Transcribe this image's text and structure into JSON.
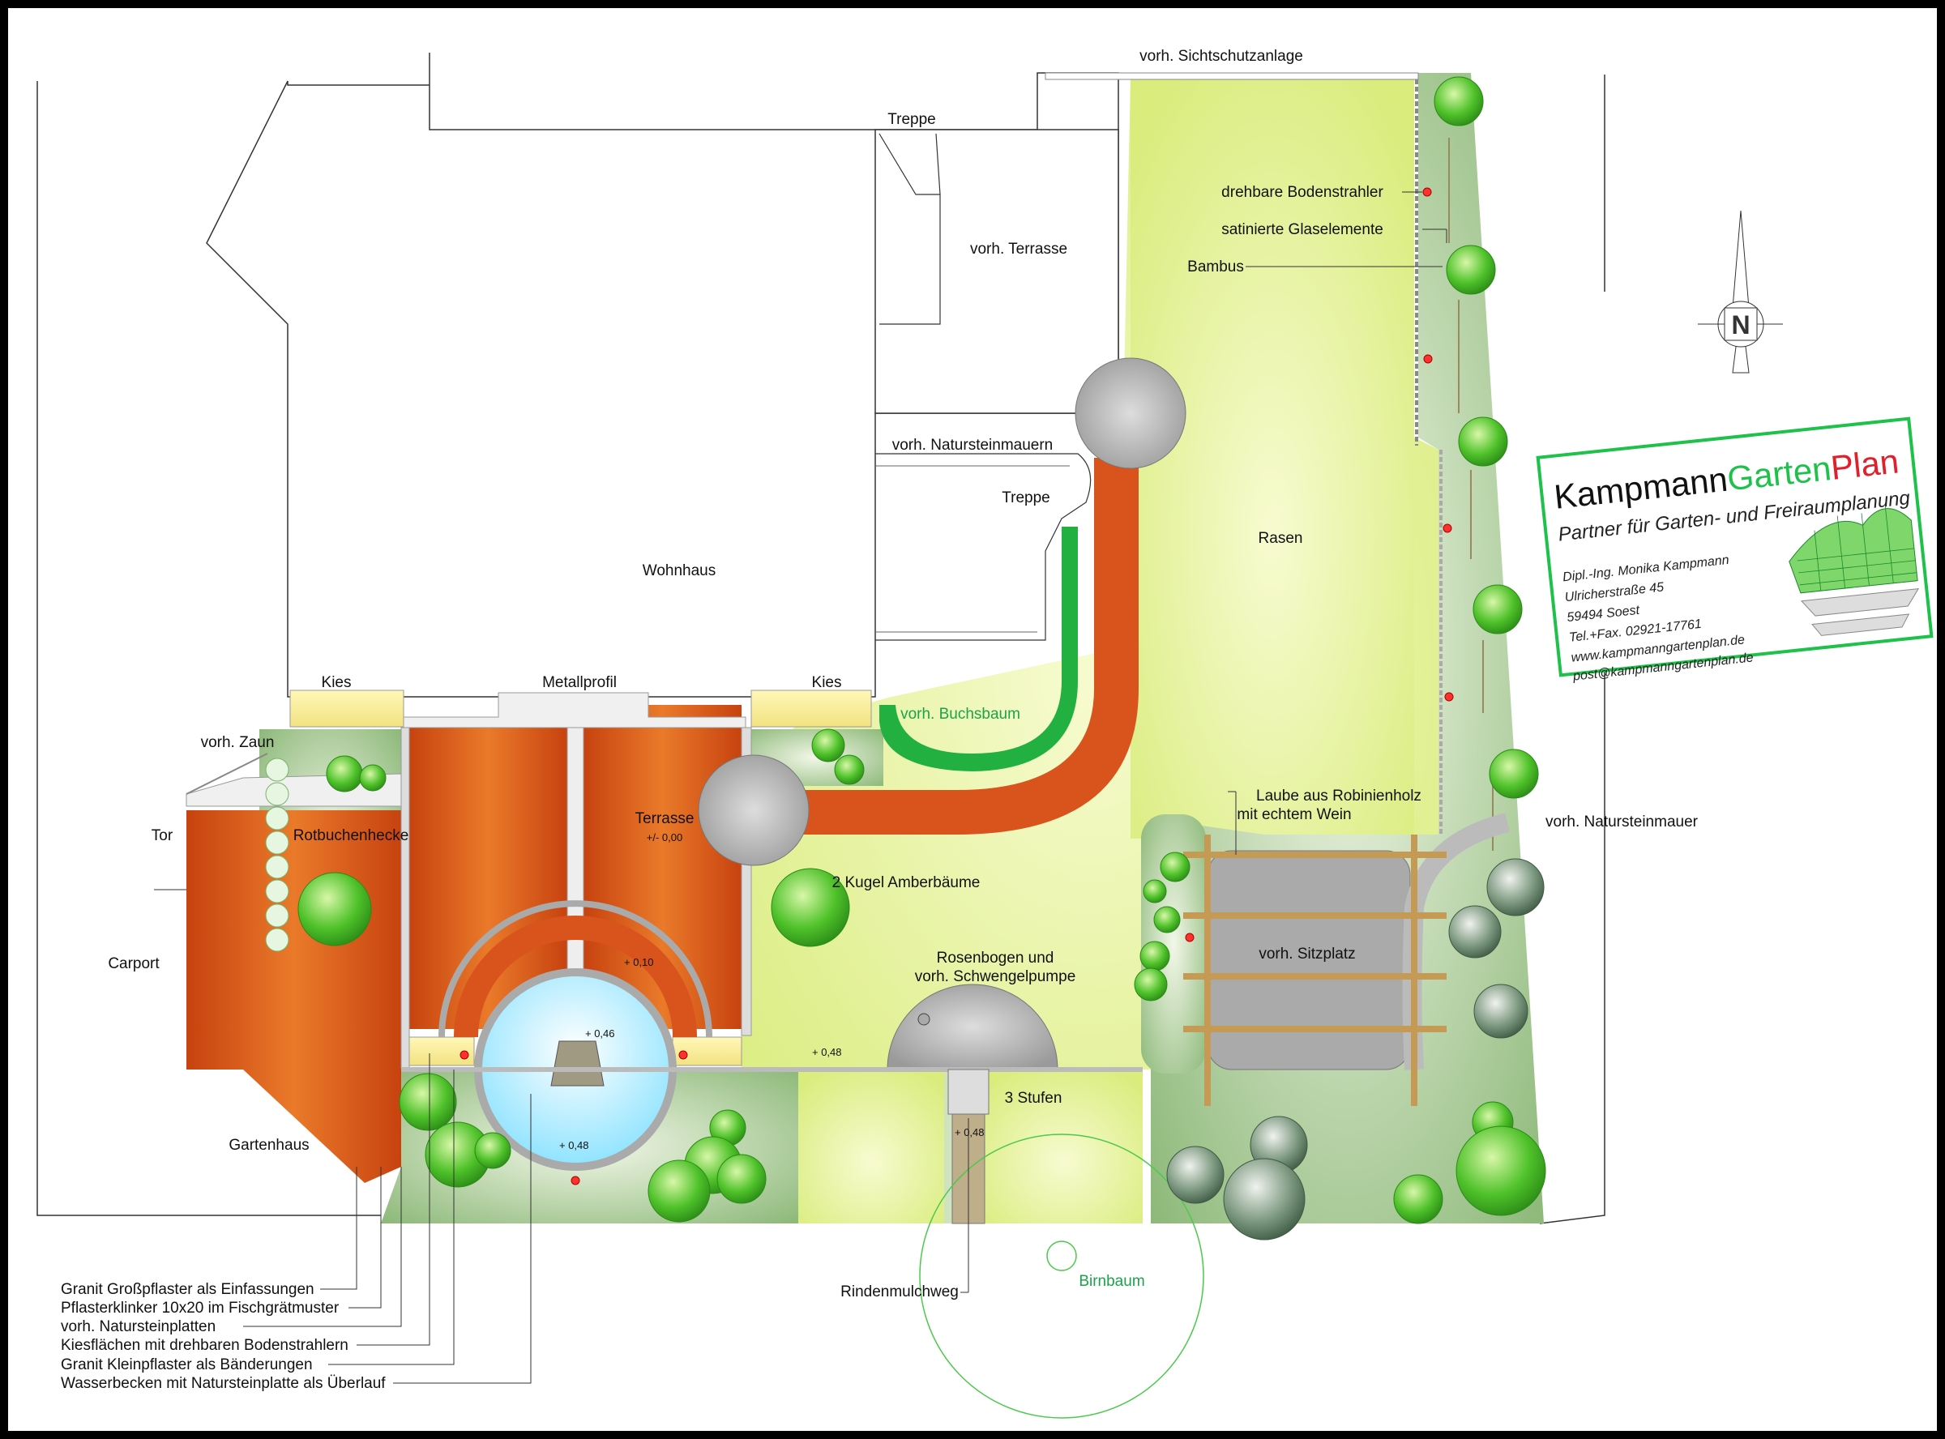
{
  "labels": {
    "sichtschutz": "vorh. Sichtschutzanlage",
    "treppe_top": "Treppe",
    "terrasse_vorh": "vorh. Terrasse",
    "natursteinmauern": "vorh. Natursteinmauern",
    "treppe_mid": "Treppe",
    "wohnhaus": "Wohnhaus",
    "kies_left": "Kies",
    "metallprofil": "Metallprofil",
    "kies_right": "Kies",
    "buchsbaum": "vorh. Buchsbaum",
    "zaun": "vorh. Zaun",
    "tor": "Tor",
    "rotbuchenhecke": "Rotbuchenhecke",
    "terrasse": "Terrasse",
    "terrasse_level": "+/- 0,00",
    "carport": "Carport",
    "amberbaeume": "2 Kugel Amberbäume",
    "rosenbogen_1": "Rosenbogen und",
    "rosenbogen_2": "vorh. Schwengelpumpe",
    "level_010": "+ 0,10",
    "level_046": "+ 0,46",
    "level_048_a": "+ 0,48",
    "level_048_b": "+ 0,48",
    "level_048_c": "+ 0,48",
    "stufen": "3 Stufen",
    "gartenhaus": "Gartenhaus",
    "rindenmulchweg": "Rindenmulchweg",
    "birnbaum": "Birnbaum",
    "bodenstrahler": "drehbare Bodenstrahler",
    "glaselemente": "satinierte Glaselemente",
    "bambus": "Bambus",
    "rasen": "Rasen",
    "laube_1": "Laube aus Robinienholz",
    "laube_2": "mit echtem Wein",
    "sitzplatz": "vorh. Sitzplatz",
    "natursteinmauer_r": "vorh. Natursteinmauer",
    "compass_n": "N"
  },
  "legend": [
    "Granit Großpflaster als Einfassungen",
    "Pflasterklinker 10x20 im Fischgrätmuster",
    "vorh. Natursteinplatten",
    "Kiesflächen mit drehbaren Bodenstrahlern",
    "Granit Kleinpflaster als Bänderungen",
    "Wasserbecken mit Natursteinplatte als Überlauf"
  ],
  "card": {
    "brand_1": "Kampmann",
    "brand_2": "Garten",
    "brand_3": "Plan",
    "tagline": "Partner für Garten- und Freiraumplanung",
    "name": "Dipl.-Ing. Monika Kampmann",
    "street": "Ulricherstraße 45",
    "city": "59494 Soest",
    "phone": "Tel.+Fax. 02921-17761",
    "web": "www.kampmanngartenplan.de",
    "email": "post@kampmanngartenplan.de"
  },
  "colors": {
    "brick": "#d9531c",
    "lawn": "#e6f2a8",
    "shrub": "#5fce2e",
    "bed": "#a8c89a",
    "water": "#bfefff",
    "brand_green": "#1ec24a",
    "brand_red": "#e0202a"
  }
}
